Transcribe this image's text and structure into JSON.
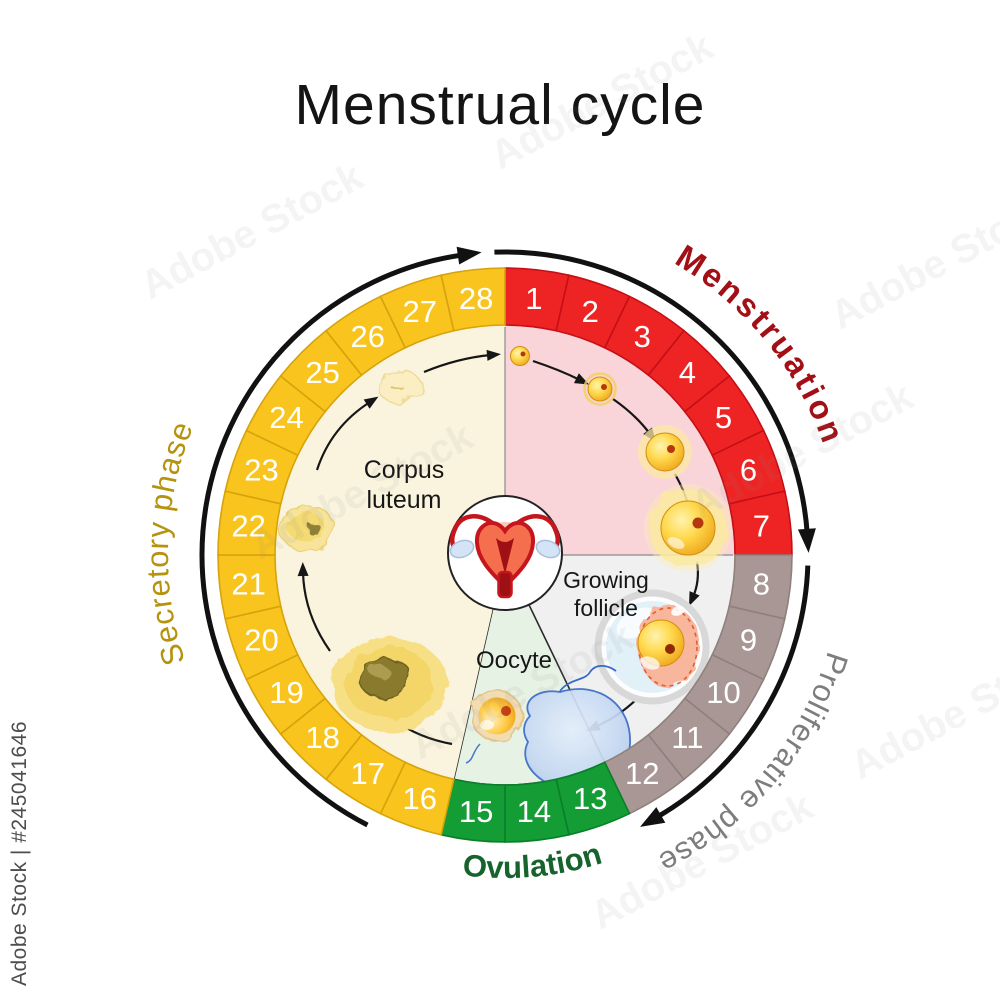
{
  "title": "Menstrual cycle",
  "watermark": {
    "side_label": "Adobe Stock | #245041646",
    "pattern_text": "Adobe Stock"
  },
  "wheel": {
    "days_total": 28,
    "direction": "clockwise",
    "phases": [
      {
        "id": "menstruation",
        "label": "Menstruation",
        "day_start": 1,
        "day_end": 7,
        "segment_fill": "#ee2424",
        "segment_stroke": "#c50f16",
        "number_color": "#ffffff",
        "inner_fill": "#f9d4d8",
        "label_color": "#a21016"
      },
      {
        "id": "proliferative",
        "label": "Proliferative phase",
        "day_start": 8,
        "day_end": 12,
        "segment_fill": "#a89795",
        "segment_stroke": "#8f807d",
        "number_color": "#ffffff",
        "inner_fill": "#f1f0f1",
        "label_color": "#7d7d7d"
      },
      {
        "id": "ovulation",
        "label": "Ovulation",
        "day_start": 13,
        "day_end": 15,
        "segment_fill": "#149c35",
        "segment_stroke": "#0a7f29",
        "number_color": "#ffffff",
        "inner_fill": "#e6f2e4",
        "label_color": "#17632d"
      },
      {
        "id": "secretory",
        "label": "Secretory phase",
        "day_start": 16,
        "day_end": 28,
        "segment_fill": "#f8c41d",
        "segment_stroke": "#d6a30b",
        "number_color": "#ffffff",
        "inner_fill": "#faf4de",
        "label_color": "#b5930d"
      }
    ],
    "inner_labels": [
      {
        "id": "corpus-luteum",
        "lines": [
          "Corpus",
          "luteum"
        ]
      },
      {
        "id": "growing-follicle",
        "lines": [
          "Growing",
          "follicle"
        ]
      },
      {
        "id": "oocyte",
        "lines": [
          "Oocyte"
        ]
      }
    ]
  }
}
